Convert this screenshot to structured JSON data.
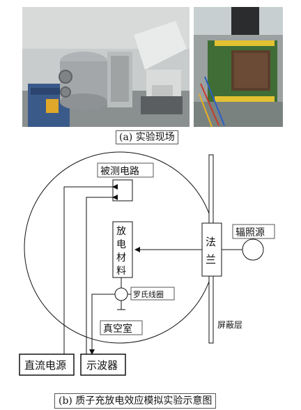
{
  "captions": {
    "a": "(a)  实验现场",
    "b": "(b)  质子充放电效应模拟实验示意图"
  },
  "photos": {
    "a_subject": "vacuum-chamber-lab-photo",
    "b_subject": "flange-circuit-board-photo"
  },
  "diagram": {
    "circuit_under_test": "被测电路",
    "material_chars": [
      "放",
      "电",
      "材",
      "料"
    ],
    "flange_chars": [
      "法",
      "兰"
    ],
    "radiation_source": "辐照源",
    "rogowski_coil": "罗氏线圈",
    "vacuum_chamber": "真空室",
    "shielding_layer": "屏蔽层",
    "dc_power_supply": "直流电源",
    "oscilloscope": "示波器"
  }
}
